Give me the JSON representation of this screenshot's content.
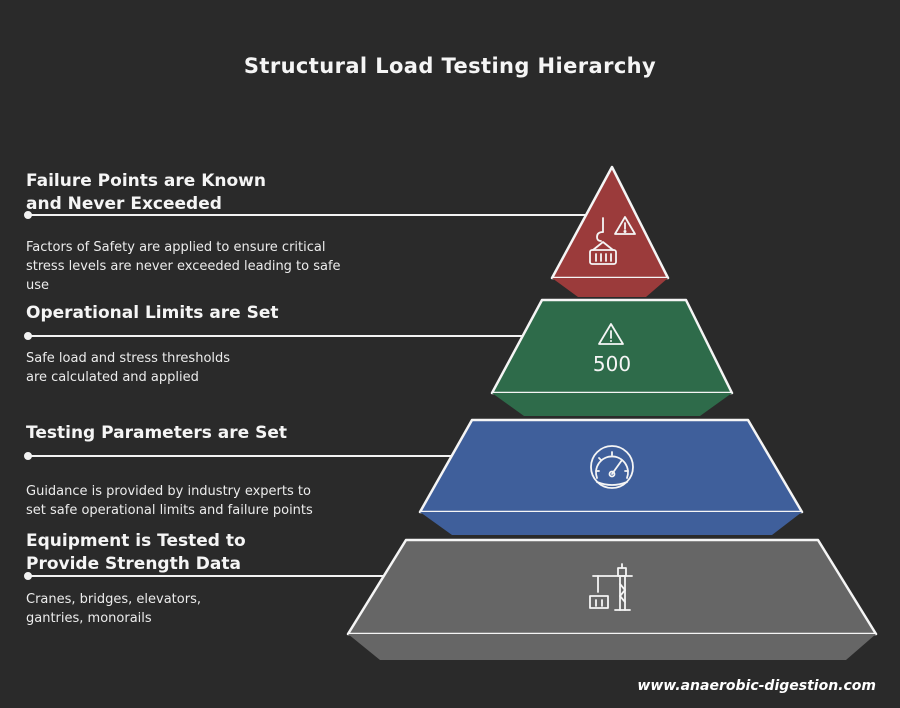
{
  "title": "Structural Load Testing Hierarchy",
  "levels": [
    {
      "heading": "Failure Points are Known and Never Exceeded",
      "heading_line1": "Failure Points are Known",
      "heading_line2": "and Never Exceeded",
      "description_line1": "Factors of Safety are applied to ensure critical",
      "description_line2": "stress levels are never exceeded leading to safe",
      "description_line3": "use",
      "icon": "crane-hook-warning-icon",
      "color": "#9b3b3b"
    },
    {
      "heading": "Operational Limits are Set",
      "description_line1": "Safe load and stress thresholds",
      "description_line2": "are calculated and applied",
      "icon": "warning-limit-icon",
      "icon_text": "500",
      "color": "#2e6b4a"
    },
    {
      "heading": "Testing Parameters are Set",
      "description_line1": "Guidance is provided by industry experts to",
      "description_line2": "set safe operational limits and failure points",
      "icon": "gauge-icon",
      "color": "#3f5f9b"
    },
    {
      "heading": "Equipment is Tested to Provide Strength Data",
      "heading_line1": "Equipment is Tested to",
      "heading_line2": "Provide Strength Data",
      "description_line1": "Cranes, bridges, elevators,",
      "description_line2": "gantries, monorails",
      "icon": "crane-icon",
      "color": "#666666"
    }
  ],
  "footer": "www.anaerobic-digestion.com"
}
